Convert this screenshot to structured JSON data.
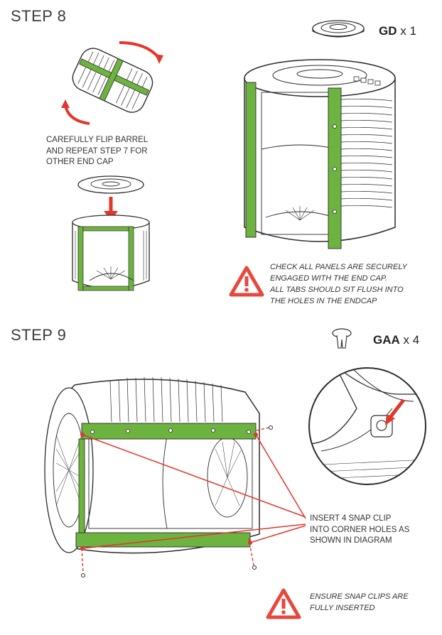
{
  "colors": {
    "panel_green": "#6db33f",
    "warning_red": "#e8473c",
    "arrow_red": "#e2362b",
    "line_dark": "#2b2b2b"
  },
  "step8": {
    "title": "STEP 8",
    "part": {
      "code": "GD",
      "qty": "x 1"
    },
    "instruction_lines": [
      "CAREFULLY FLIP BARREL",
      "AND REPEAT STEP 7 FOR",
      "OTHER END CAP"
    ],
    "warning_lines": [
      "CHECK ALL PANELS ARE SECURELY",
      "ENGAGED WITH  THE END CAP.",
      "ALL TABS SHOULD SIT FLUSH INTO",
      "THE HOLES IN THE ENDCAP"
    ],
    "warning_icon": "warning-triangle-icon"
  },
  "step9": {
    "title": "STEP 9",
    "part": {
      "code": "GAA",
      "qty": "x 4"
    },
    "callout_lines": [
      "INSERT 4 SNAP CLIP",
      "INTO CORNER HOLES AS",
      "SHOWN IN DIAGRAM"
    ],
    "warning_lines": [
      "ENSURE SNAP CLIPS ARE",
      "FULLY INSERTED"
    ],
    "warning_icon": "warning-triangle-icon"
  }
}
